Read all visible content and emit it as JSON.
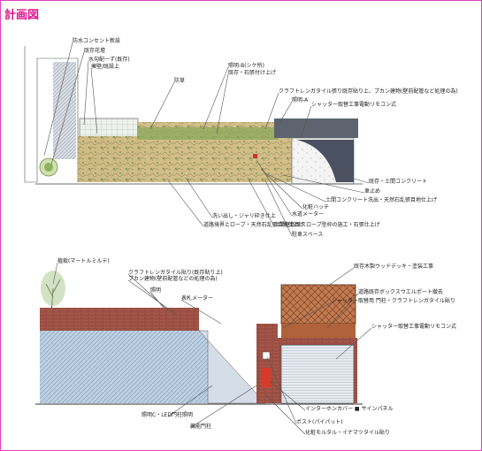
{
  "title": "計画図",
  "colors": {
    "title": "#e2148f",
    "frame": "#e040c0",
    "wall": "#6a8fb0",
    "brick": "#a0524a",
    "wood": "#b0623a",
    "plant": "#7ea45a",
    "paving": "#c8b47a"
  },
  "plan": {
    "labels": [
      {
        "text": "防水コンセント新設"
      },
      {
        "text": "既存花壇"
      },
      {
        "text": "水勾配一ず(既存)"
      },
      {
        "text": "擁壁/既設上"
      },
      {
        "text": "防草"
      },
      {
        "text": "照明-B(シケ所)"
      },
      {
        "text": "既存・石張付け上げ"
      },
      {
        "text": "クラフトレンガタイル張り既存貼り上、プカン建物(壁前配管など処理の為)"
      },
      {
        "text": "照明-A"
      },
      {
        "text": "シャッター取替工事電動リモコン式"
      },
      {
        "text": "既存・土間コンクリート"
      },
      {
        "text": "車止め"
      },
      {
        "text": "土間コンクリート洗出・天然石乱張目地仕上げ"
      },
      {
        "text": "化粧ハッチ"
      },
      {
        "text": "水道メーター"
      },
      {
        "text": "洗い出し・ジャリ砕き仕上"
      },
      {
        "text": "道路境界とローブ・天然石乱張目地仕上げ"
      },
      {
        "text": "土間花敷面スロープ型枠の施工・石張仕上げ"
      },
      {
        "text": "駐車スペース"
      }
    ]
  },
  "elevation": {
    "labels": [
      {
        "text": "植栽(マートルミルテ)"
      },
      {
        "text": "クラフトレンガタイル貼り(既存貼り上)"
      },
      {
        "text": "プカン建物(壁前配管などの処理の為)"
      },
      {
        "text": "照明"
      },
      {
        "text": "表札メーター"
      },
      {
        "text": "既存木製ウッドデッキ・塗装工事"
      },
      {
        "text": "道路既存ボックスウエルポート撤去"
      },
      {
        "text": "シャッター取替用 門柱・クラフトレンガタイル貼り"
      },
      {
        "text": "シャッター取替工事電動リモコン式"
      },
      {
        "text": "インターホンカバー ■ サインパネル"
      },
      {
        "text": "ポスト(パイパット)"
      },
      {
        "text": "照明C・LED門柱照明"
      },
      {
        "text": "機能門柱"
      },
      {
        "text": "化粧モルタル・イナマツタイル貼り"
      }
    ]
  }
}
